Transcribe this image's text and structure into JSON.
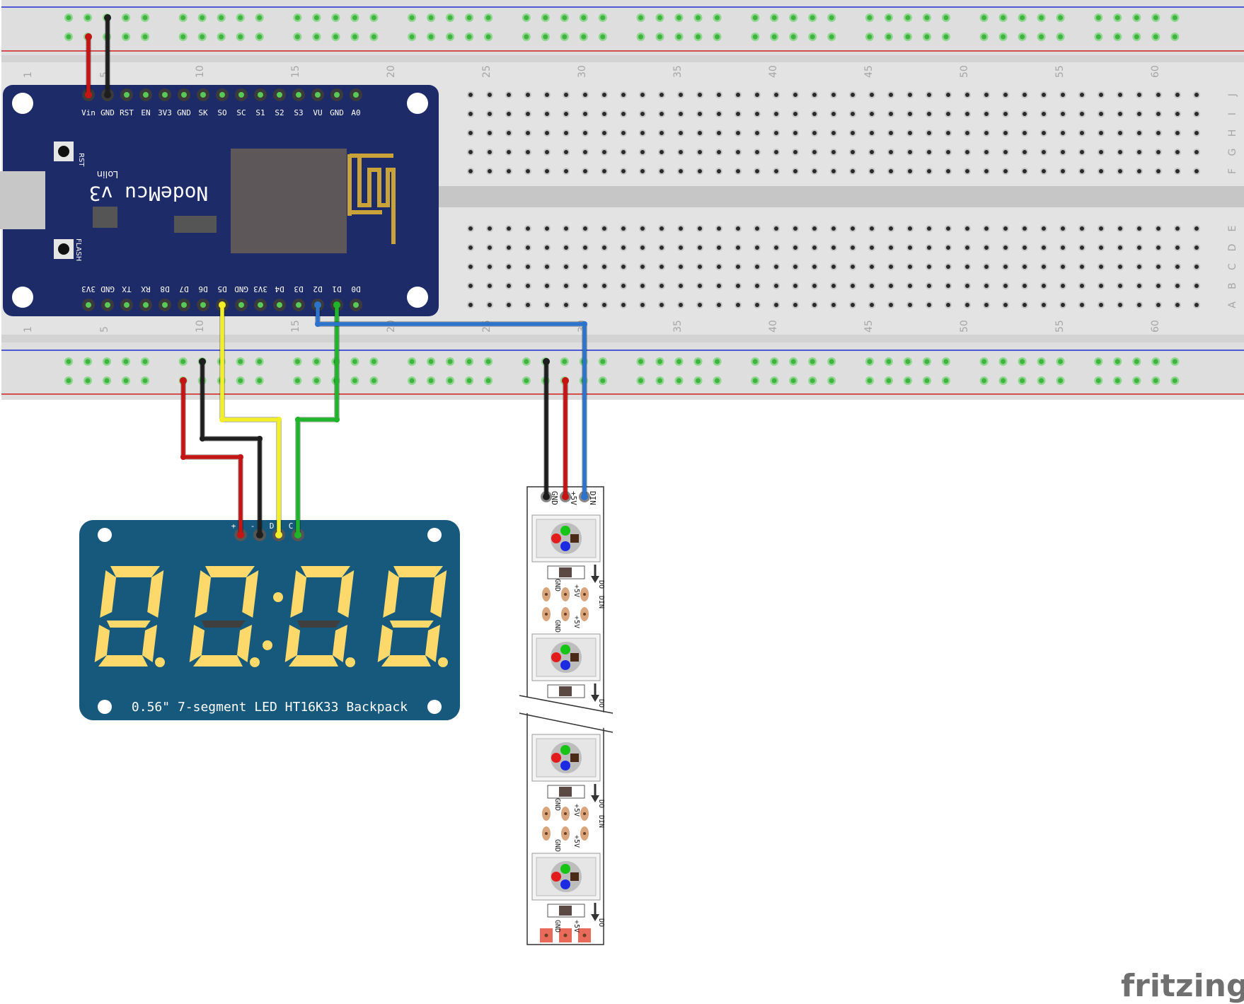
{
  "breadboard": {
    "column_numbers": [
      "1",
      "5",
      "10",
      "15",
      "20",
      "25",
      "30",
      "35",
      "40",
      "45",
      "50",
      "55",
      "60"
    ],
    "row_letters_top": [
      "J",
      "I",
      "H",
      "G",
      "F"
    ],
    "row_letters_bottom": [
      "E",
      "D",
      "C",
      "B",
      "A"
    ],
    "colors": {
      "body": "#dcdcdc",
      "rail_red": "#d11f1f",
      "rail_blue": "#1f2fd1",
      "hole_green": "#3fb43f"
    }
  },
  "nodemcu": {
    "title": "NodeMcu v3",
    "brand": "Lolin",
    "top_pins": [
      "Vin",
      "GND",
      "RST",
      "EN",
      "3V3",
      "GND",
      "SK",
      "SO",
      "SC",
      "S1",
      "S2",
      "S3",
      "VU",
      "GND",
      "A0"
    ],
    "bottom_pins": [
      "3V3",
      "GND",
      "TX",
      "RX",
      "D8",
      "D7",
      "D6",
      "D5",
      "GND",
      "3V3",
      "D4",
      "D3",
      "D2",
      "D1",
      "D0"
    ],
    "rst_label": "RST",
    "flash_label": "FLASH",
    "colors": {
      "board": "#1d2b68",
      "antenna": "#c9a23a"
    }
  },
  "display": {
    "label": "0.56\" 7-segment LED HT16K33 Backpack",
    "pins": [
      "+",
      "-",
      "D",
      "C"
    ],
    "colors": {
      "board": "#17597d",
      "segment": "#fcd96a",
      "dark_segment": "#3f3f3f"
    }
  },
  "led_strip": {
    "top_pins": [
      "GND",
      "+5V",
      "DIN"
    ],
    "segment_pad_labels": [
      "GND",
      "+5V",
      "DO",
      "GND",
      "+5V",
      "DIN"
    ],
    "end_labels": [
      "GND",
      "+5V",
      "DO"
    ]
  },
  "wires": {
    "colors": {
      "red": "#c41414",
      "black": "#1e1e1e",
      "yellow": "#f2ef27",
      "green": "#1fb52a",
      "blue": "#2c73cc"
    }
  },
  "watermark": "fritzing"
}
